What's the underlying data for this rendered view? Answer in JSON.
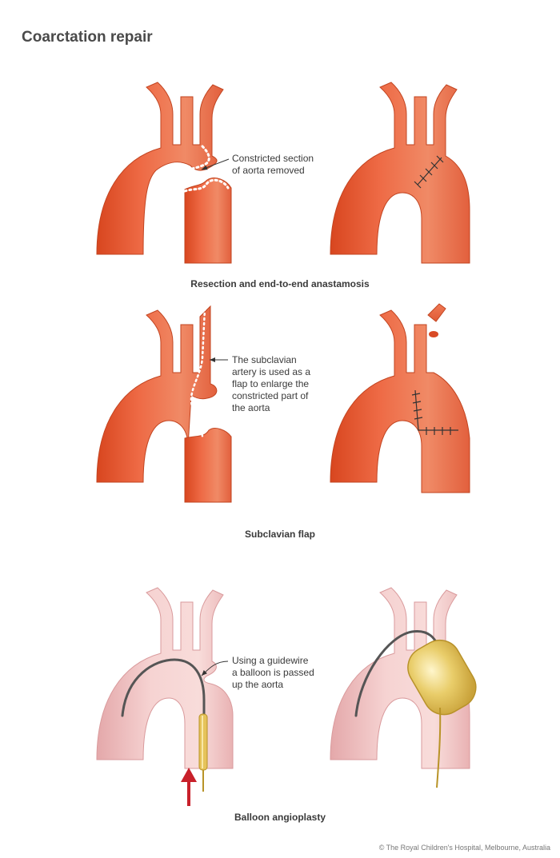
{
  "title": "Coarctation repair",
  "sections": [
    {
      "caption": "Resection and end-to-end anastamosis",
      "callout": [
        "Constricted section",
        "of aorta removed"
      ]
    },
    {
      "caption": "Subclavian flap",
      "callout": [
        "The subclavian",
        "artery is used as a",
        "flap to enlarge the",
        "constricted part of",
        "the aorta"
      ]
    },
    {
      "caption": "Balloon angioplasty",
      "callout": [
        "Using a guidewire",
        "a balloon is passed",
        "up the aorta"
      ]
    }
  ],
  "copyright": "© The Royal Children's Hospital, Melbourne, Australia",
  "colors": {
    "aorta": "#e8603c",
    "aorta_dark": "#c9401f",
    "aorta_pale": "#f3c9c9",
    "aorta_pale_dark": "#e4a6a8",
    "guidewire": "#555555",
    "balloon": "#e0c25a",
    "arrow": "#c8202a"
  }
}
